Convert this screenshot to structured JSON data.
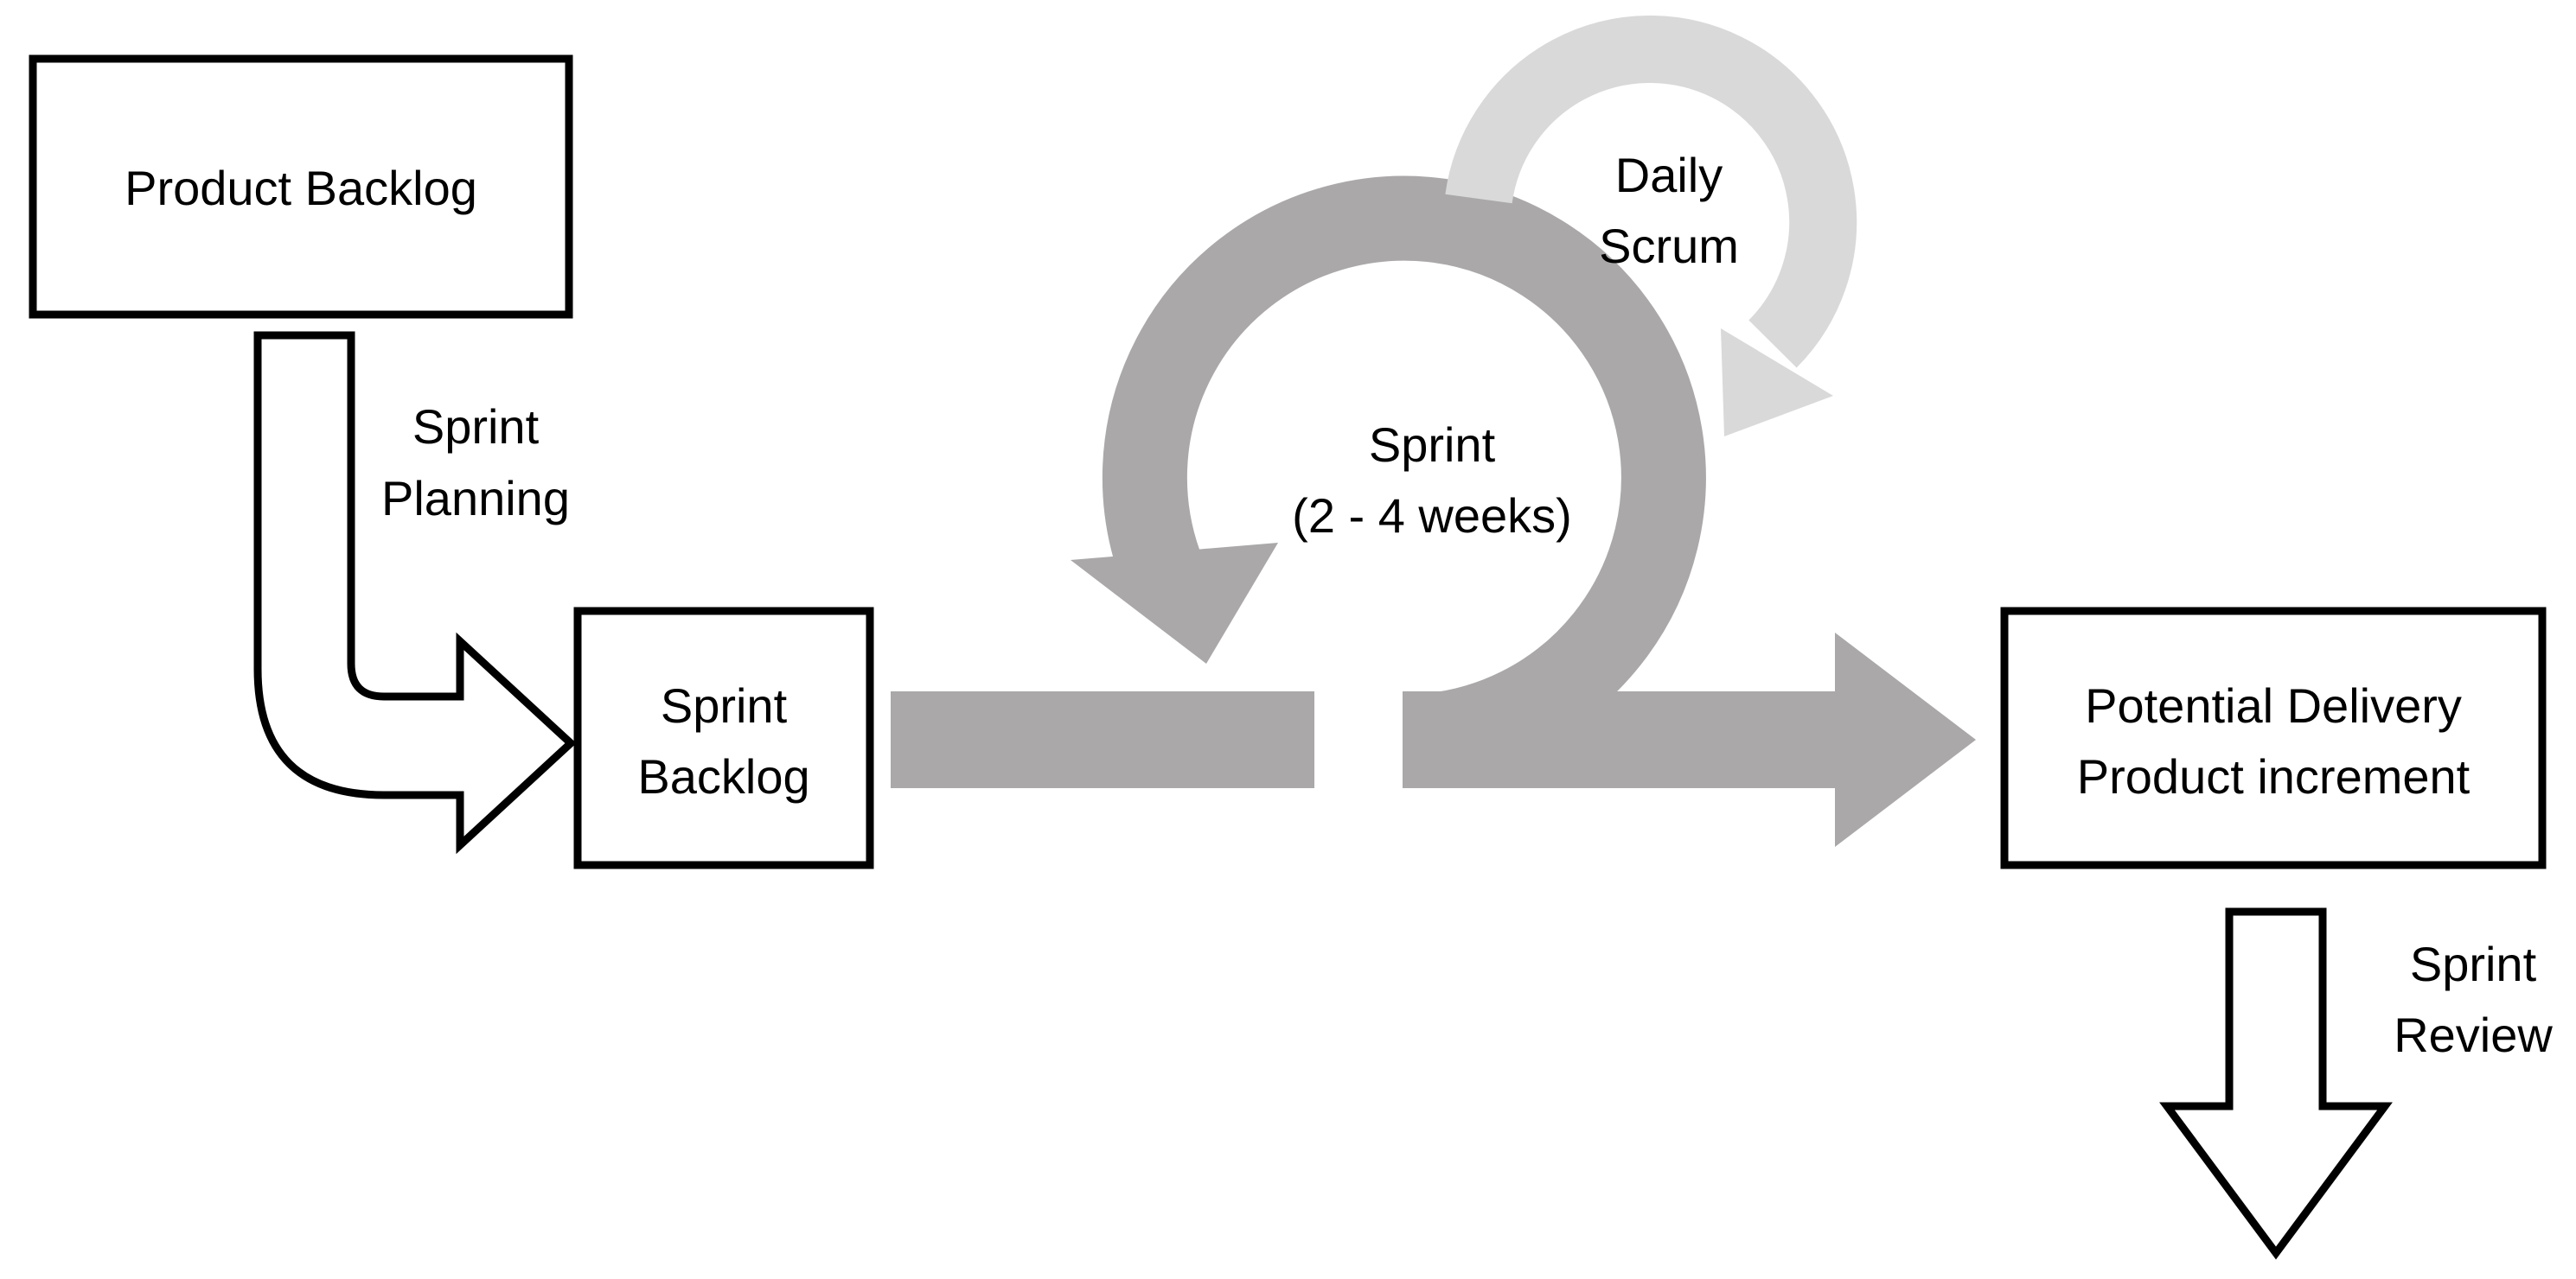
{
  "product_backlog": {
    "label": "Product Backlog"
  },
  "sprint_planning": {
    "line1": "Sprint",
    "line2": "Planning"
  },
  "sprint_backlog": {
    "line1": "Sprint",
    "line2": "Backlog"
  },
  "sprint": {
    "line1": "Sprint",
    "line2": "(2 - 4 weeks)"
  },
  "daily_scrum": {
    "line1": "Daily",
    "line2": "Scrum"
  },
  "potential_delivery": {
    "line1": "Potential Delivery",
    "line2": "Product increment"
  },
  "sprint_review": {
    "line1": "Sprint",
    "line2": "Review"
  },
  "colors": {
    "sprint_flow": "#aaa8a8",
    "daily_scrum_loop": "#d9d9d9",
    "outline": "#000000"
  }
}
